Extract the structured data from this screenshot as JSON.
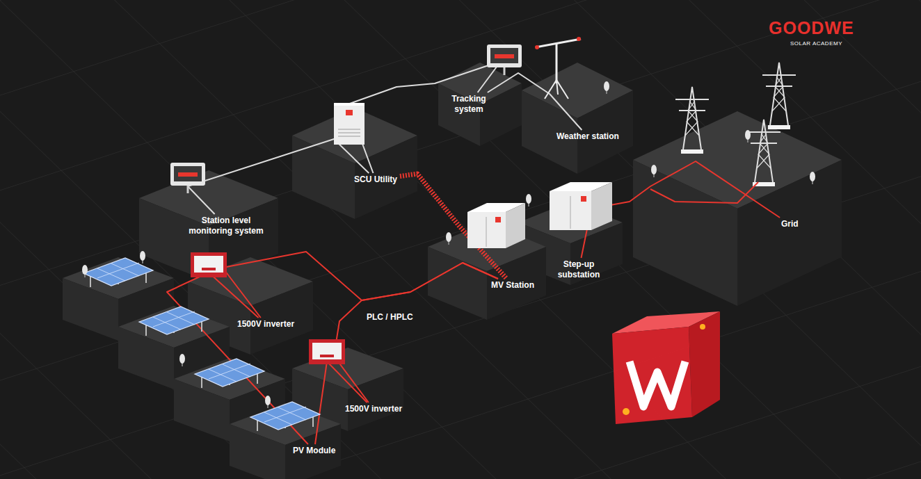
{
  "diagram": {
    "nodes": [
      {
        "text": [
          "Station level monitoring system"
        ]
      },
      {
        "text": [
          "SCU Utility"
        ]
      },
      {
        "text": [
          "Tracking system"
        ]
      },
      {
        "text": [
          "Weather station"
        ]
      },
      {
        "text": [
          "Grid"
        ]
      },
      {
        "text": [
          "1500V inverter"
        ]
      },
      {
        "text": [
          "1500V inverter"
        ]
      },
      {
        "text": [
          "MV Station"
        ]
      },
      {
        "text": [
          "Step-up substation"
        ]
      },
      {
        "text": [
          "PV Module"
        ]
      }
    ],
    "edges": [
      {
        "from": 0,
        "to": 1,
        "arrow": "none"
      },
      {
        "from": 1,
        "to": 2,
        "arrow": "none"
      },
      {
        "from": 2,
        "to": 3,
        "arrow": "none"
      },
      {
        "from": 1,
        "to": 7,
        "arrow": "none"
      },
      {
        "from": 9,
        "to": 5,
        "arrow": "none"
      },
      {
        "from": 9,
        "to": 6,
        "arrow": "none"
      },
      {
        "from": 5,
        "to": 7,
        "arrow": "none"
      },
      {
        "from": 6,
        "to": 7,
        "arrow": "none"
      },
      {
        "from": 8,
        "to": 4,
        "arrow": "none"
      }
    ],
    "labels": [
      "GOODWE",
      "SOLAR ACADEMY",
      "PLC / HPLC"
    ]
  }
}
